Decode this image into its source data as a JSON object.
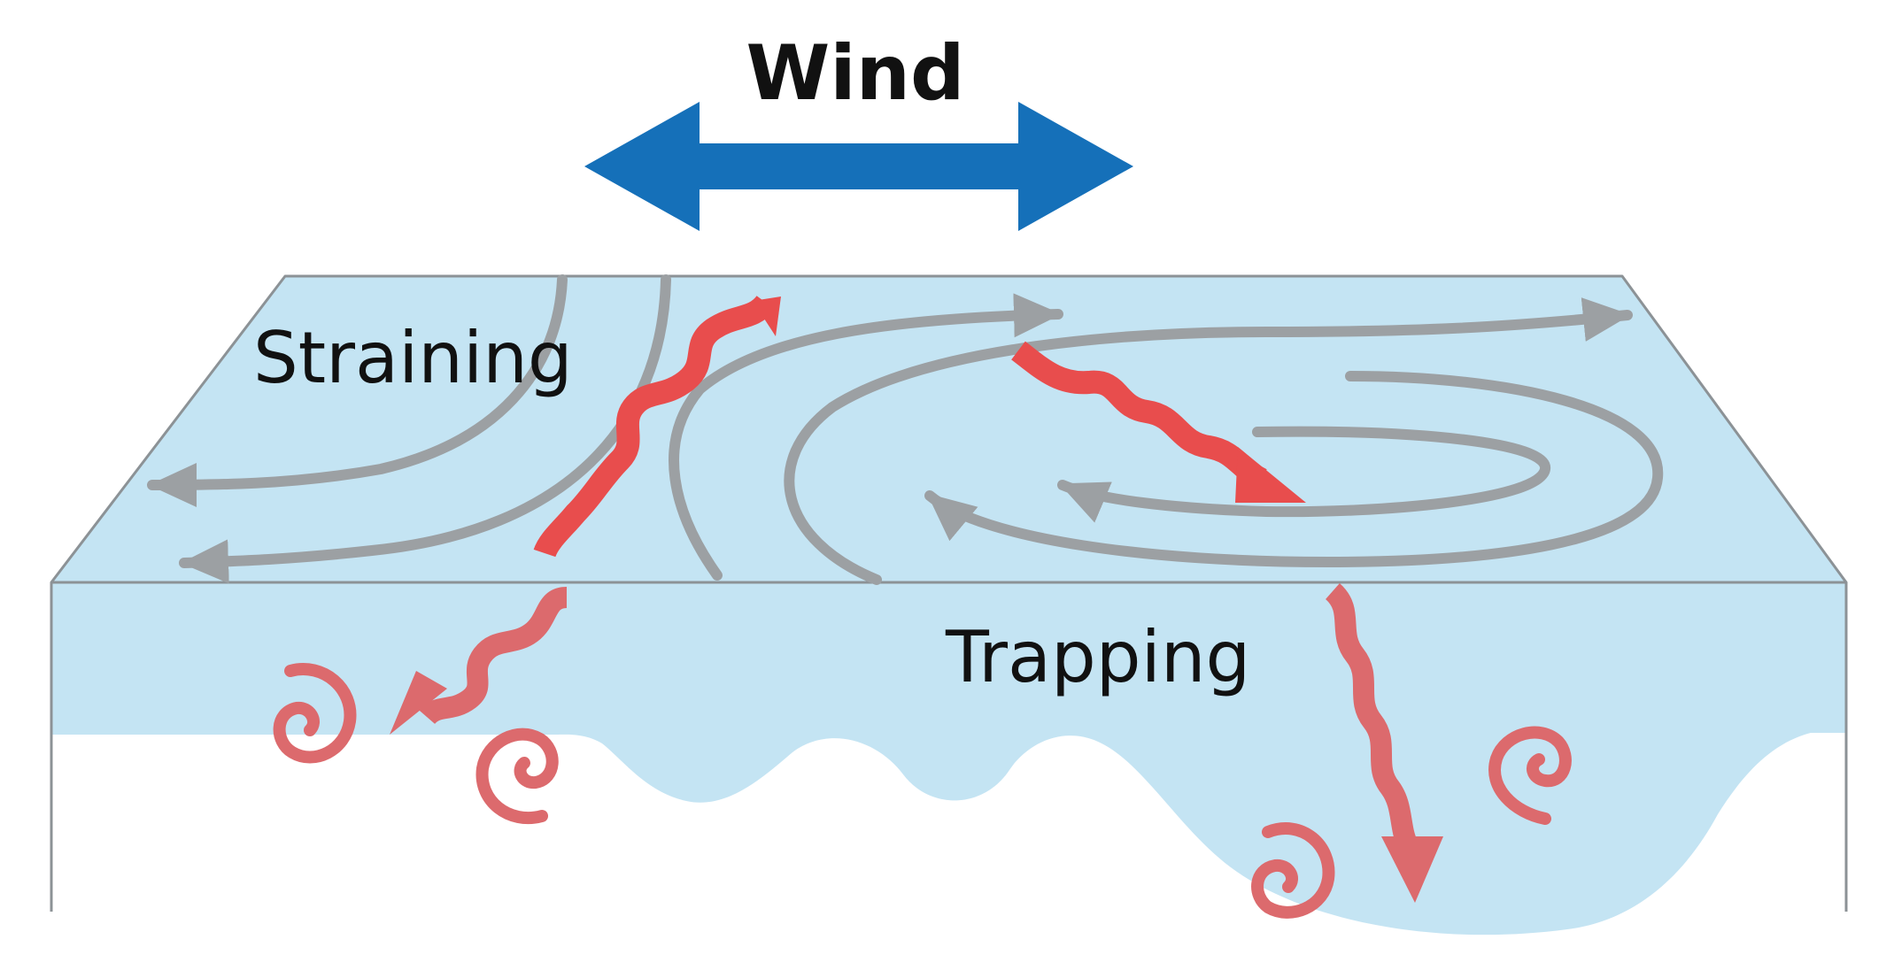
{
  "labels": {
    "wind": "Wind",
    "straining": "Straining",
    "trapping": "Trapping"
  },
  "colors": {
    "surface": "#c4e4f3",
    "water_body": "#c4e4f3",
    "edge": "#8c9296",
    "wind_arrow": "#1570b9",
    "streamline": "#9ca0a3",
    "wave_surface": "#e84d4d",
    "wave_subsurface": "#dc6a6d",
    "eddy": "#dc6a6d"
  },
  "icons": {
    "wind": "double-headed-arrow-icon",
    "streamline": "curved-arrow-icon",
    "wave": "wavy-arrow-icon",
    "eddy": "spiral-icon"
  }
}
